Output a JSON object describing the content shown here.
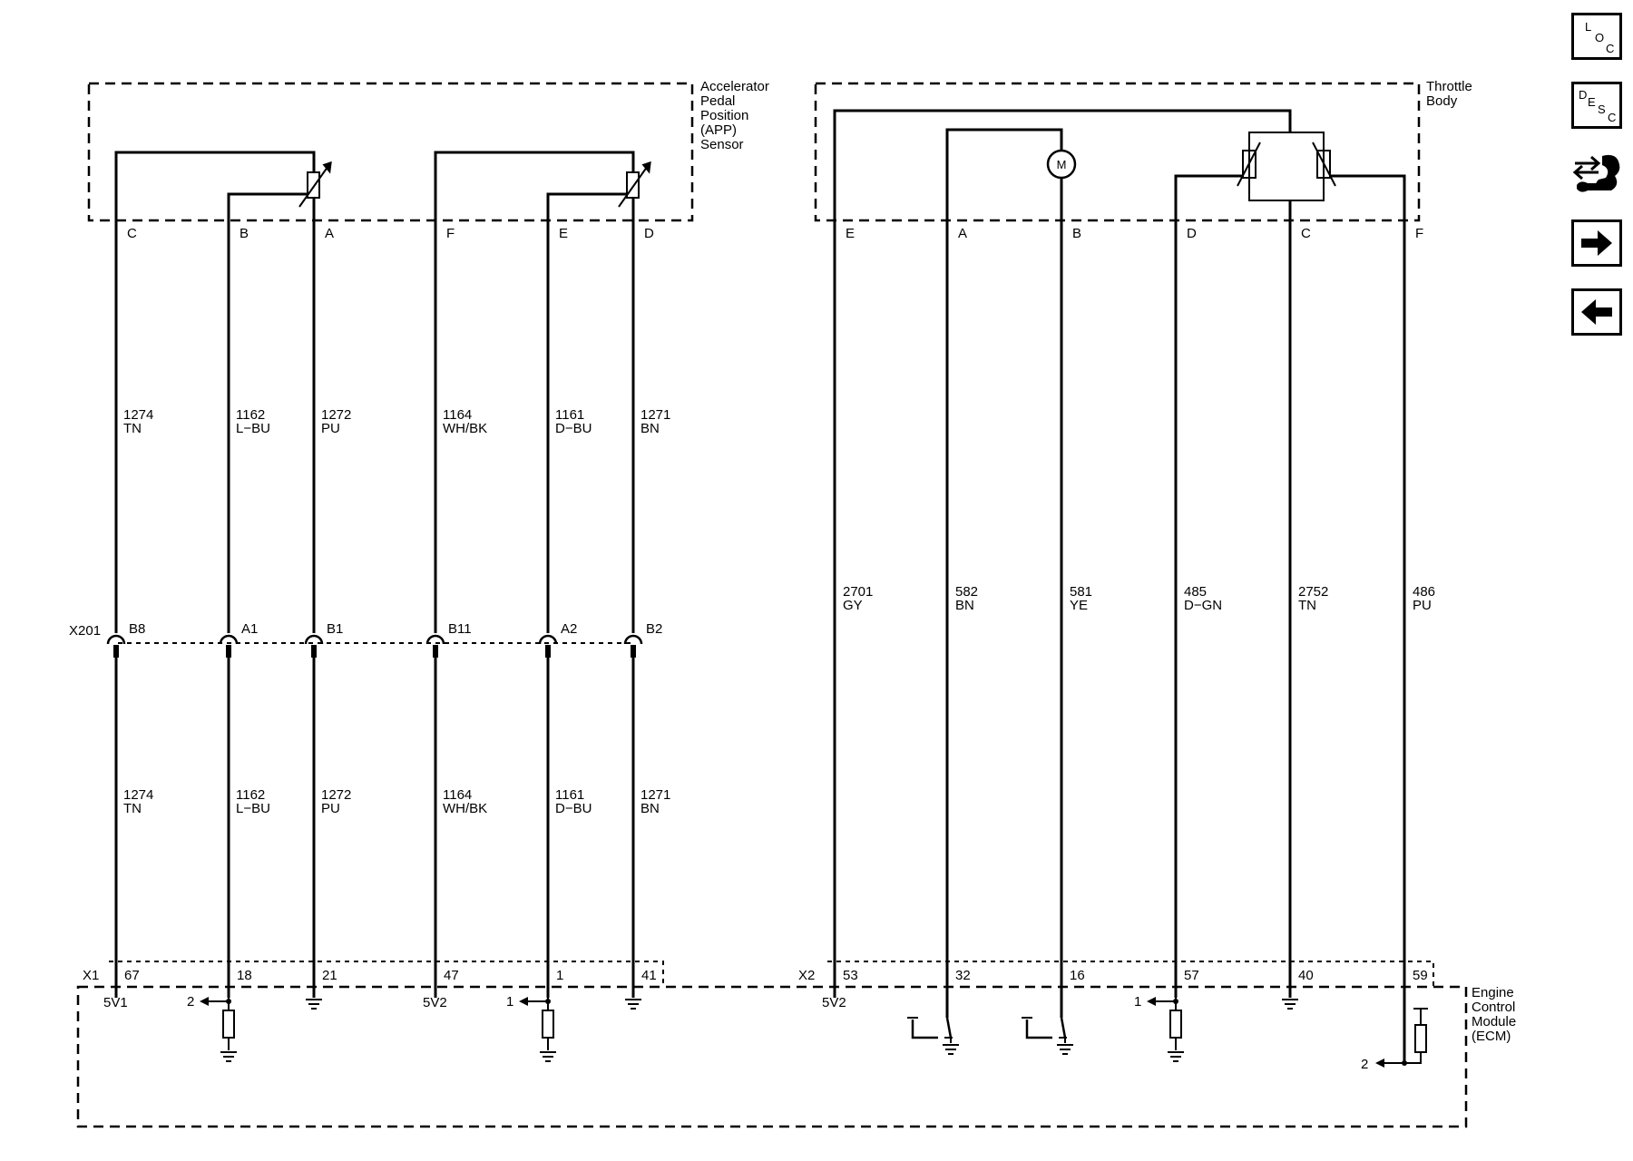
{
  "components": {
    "app_sensor": [
      "Accelerator",
      "Pedal",
      "Position",
      "(APP)",
      "Sensor"
    ],
    "throttle_body": [
      "Throttle",
      "Body"
    ],
    "ecm": [
      "Engine",
      "Control",
      "Module",
      "(ECM)"
    ]
  },
  "connectors": {
    "x201": "X201",
    "x1": "X1",
    "x2": "X2"
  },
  "app_circuits": [
    {
      "pin": "C",
      "circuit": "1274",
      "color": "TN",
      "x201_pin": "B8",
      "ecm_pin": "67",
      "ecm_label": "5V1"
    },
    {
      "pin": "B",
      "circuit": "1162",
      "color": "L−BU",
      "x201_pin": "A1",
      "ecm_pin": "18",
      "ecm_label": "2"
    },
    {
      "pin": "A",
      "circuit": "1272",
      "color": "PU",
      "x201_pin": "B1",
      "ecm_pin": "21",
      "ecm_label": ""
    },
    {
      "pin": "F",
      "circuit": "1164",
      "color": "WH/BK",
      "x201_pin": "B11",
      "ecm_pin": "47",
      "ecm_label": "5V2"
    },
    {
      "pin": "E",
      "circuit": "1161",
      "color": "D−BU",
      "x201_pin": "A2",
      "ecm_pin": "1",
      "ecm_label": "1"
    },
    {
      "pin": "D",
      "circuit": "1271",
      "color": "BN",
      "x201_pin": "B2",
      "ecm_pin": "41",
      "ecm_label": ""
    }
  ],
  "throttle_circuits": [
    {
      "pin": "E",
      "circuit": "2701",
      "color": "GY",
      "ecm_pin": "53",
      "ecm_label": "5V2"
    },
    {
      "pin": "A",
      "circuit": "582",
      "color": "BN",
      "ecm_pin": "32",
      "ecm_label": ""
    },
    {
      "pin": "B",
      "circuit": "581",
      "color": "YE",
      "ecm_pin": "16",
      "ecm_label": ""
    },
    {
      "pin": "D",
      "circuit": "485",
      "color": "D−GN",
      "ecm_pin": "57",
      "ecm_label": "1"
    },
    {
      "pin": "C",
      "circuit": "2752",
      "color": "TN",
      "ecm_pin": "40",
      "ecm_label": ""
    },
    {
      "pin": "F",
      "circuit": "486",
      "color": "PU",
      "ecm_pin": "59",
      "ecm_label": "2"
    }
  ],
  "motor_symbol": "M",
  "toolbar": {
    "loc": {
      "letters": [
        "L",
        "O",
        "C"
      ],
      "icon": "location-icon"
    },
    "desc": {
      "letters": [
        "D",
        "E",
        "S",
        "C"
      ],
      "icon": "description-icon"
    },
    "connector_icon": "connector-end-view-icon",
    "next_icon": "arrow-right-icon",
    "prev_icon": "arrow-left-icon"
  }
}
